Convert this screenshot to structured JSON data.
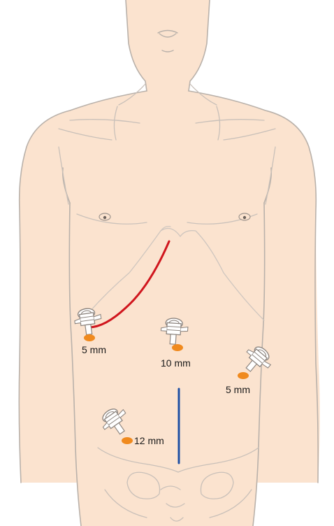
{
  "diagram": {
    "colors": {
      "skin": "#fbe3cf",
      "outline": "#b9b1aa",
      "faint_line": "#cfc6bf",
      "incision_subcostal": "#d0161e",
      "incision_midline": "#1f4fa3",
      "port_site": "#f08a1e"
    },
    "ports": [
      {
        "id": "port-right-upper",
        "label": "5 mm"
      },
      {
        "id": "port-epigastric",
        "label": "10 mm"
      },
      {
        "id": "port-left-flank",
        "label": "5 mm"
      },
      {
        "id": "port-right-lower",
        "label": "12 mm"
      }
    ],
    "incisions": [
      {
        "id": "subcostal-incision",
        "color_key": "incision_subcostal"
      },
      {
        "id": "midline-incision",
        "color_key": "incision_midline"
      }
    ]
  }
}
